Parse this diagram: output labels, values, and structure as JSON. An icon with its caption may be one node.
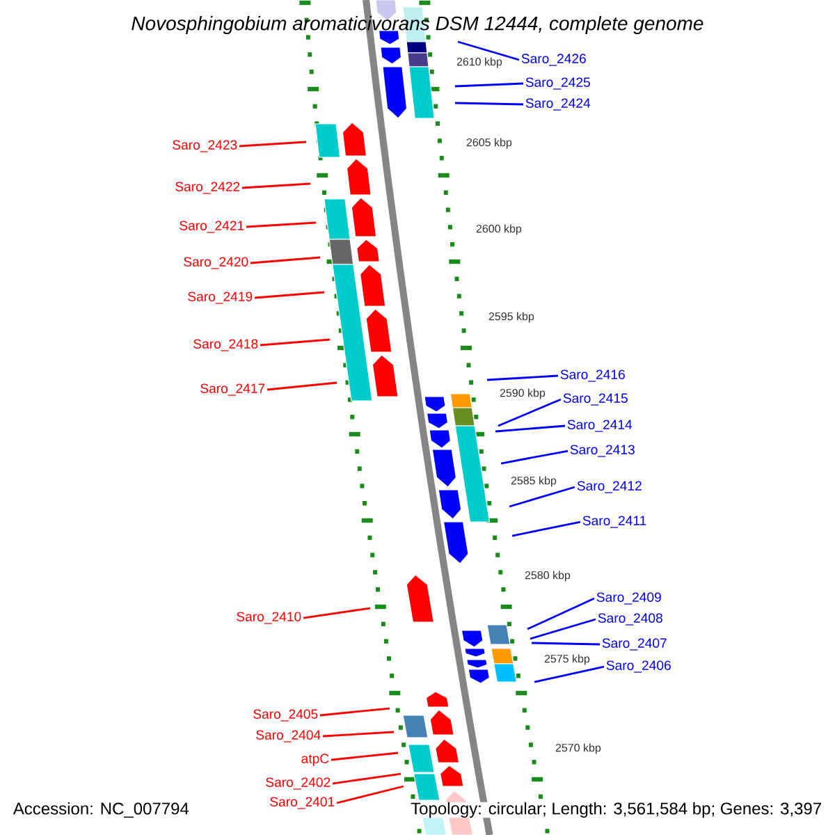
{
  "diagram": {
    "title": "Novosphingobium aromaticivorans DSM 12444, complete genome",
    "nodes": [
      {
        "text": [
          "Saro_2426"
        ]
      },
      {
        "text": [
          "Saro_2425"
        ]
      },
      {
        "text": [
          "Saro_2424"
        ]
      },
      {
        "text": [
          "Saro_2423"
        ]
      },
      {
        "text": [
          "Saro_2422"
        ]
      },
      {
        "text": [
          "Saro_2421"
        ]
      },
      {
        "text": [
          "Saro_2420"
        ]
      },
      {
        "text": [
          "Saro_2419"
        ]
      },
      {
        "text": [
          "Saro_2418"
        ]
      },
      {
        "text": [
          "Saro_2417"
        ]
      },
      {
        "text": [
          "Saro_2416"
        ]
      },
      {
        "text": [
          "Saro_2415"
        ]
      },
      {
        "text": [
          "Saro_2414"
        ]
      },
      {
        "text": [
          "Saro_2413"
        ]
      },
      {
        "text": [
          "Saro_2412"
        ]
      },
      {
        "text": [
          "Saro_2411"
        ]
      },
      {
        "text": [
          "Saro_2410"
        ]
      },
      {
        "text": [
          "Saro_2409"
        ]
      },
      {
        "text": [
          "Saro_2408"
        ]
      },
      {
        "text": [
          "Saro_2407"
        ]
      },
      {
        "text": [
          "Saro_2406"
        ]
      },
      {
        "text": [
          "Saro_2405"
        ]
      },
      {
        "text": [
          "Saro_2404"
        ]
      },
      {
        "text": [
          "atpC"
        ]
      },
      {
        "text": [
          "Saro_2402"
        ]
      },
      {
        "text": [
          "Saro_2401"
        ]
      }
    ],
    "edges": [
      {
        "from": 0,
        "to": null,
        "arrow": "none",
        "color": "#0000ff"
      },
      {
        "from": 1,
        "to": null,
        "arrow": "none",
        "color": "#0000ff"
      },
      {
        "from": 2,
        "to": null,
        "arrow": "none",
        "color": "#0000ff"
      },
      {
        "from": 3,
        "to": null,
        "arrow": "none",
        "color": "#ff0000"
      },
      {
        "from": 4,
        "to": null,
        "arrow": "none",
        "color": "#ff0000"
      },
      {
        "from": 5,
        "to": null,
        "arrow": "none",
        "color": "#ff0000"
      },
      {
        "from": 6,
        "to": null,
        "arrow": "none",
        "color": "#ff0000"
      },
      {
        "from": 7,
        "to": null,
        "arrow": "none",
        "color": "#ff0000"
      },
      {
        "from": 8,
        "to": null,
        "arrow": "none",
        "color": "#ff0000"
      },
      {
        "from": 9,
        "to": null,
        "arrow": "none",
        "color": "#ff0000"
      },
      {
        "from": 10,
        "to": null,
        "arrow": "none",
        "color": "#0000ff"
      },
      {
        "from": 11,
        "to": null,
        "arrow": "none",
        "color": "#0000ff"
      },
      {
        "from": 12,
        "to": null,
        "arrow": "none",
        "color": "#0000ff"
      },
      {
        "from": 13,
        "to": null,
        "arrow": "none",
        "color": "#0000ff"
      },
      {
        "from": 14,
        "to": null,
        "arrow": "none",
        "color": "#0000ff"
      },
      {
        "from": 15,
        "to": null,
        "arrow": "none",
        "color": "#0000ff"
      },
      {
        "from": 16,
        "to": null,
        "arrow": "none",
        "color": "#ff0000"
      },
      {
        "from": 17,
        "to": null,
        "arrow": "none",
        "color": "#0000ff"
      },
      {
        "from": 18,
        "to": null,
        "arrow": "none",
        "color": "#0000ff"
      },
      {
        "from": 19,
        "to": null,
        "arrow": "none",
        "color": "#0000ff"
      },
      {
        "from": 20,
        "to": null,
        "arrow": "none",
        "color": "#0000ff"
      },
      {
        "from": 21,
        "to": null,
        "arrow": "none",
        "color": "#ff0000"
      },
      {
        "from": 22,
        "to": null,
        "arrow": "none",
        "color": "#ff0000"
      },
      {
        "from": 23,
        "to": null,
        "arrow": "none",
        "color": "#ff0000"
      },
      {
        "from": 24,
        "to": null,
        "arrow": "none",
        "color": "#ff0000"
      },
      {
        "from": 25,
        "to": null,
        "arrow": "none",
        "color": "#ff0000"
      }
    ],
    "labels": [
      "2610 kbp",
      "2605 kbp",
      "2600 kbp",
      "2595 kbp",
      "2590 kbp",
      "2585 kbp",
      "2580 kbp",
      "2575 kbp",
      "2570 kbp",
      "Accession: NC_007794",
      "Topology: circular; Length: 3,561,584 bp; Genes: 3,397"
    ]
  }
}
